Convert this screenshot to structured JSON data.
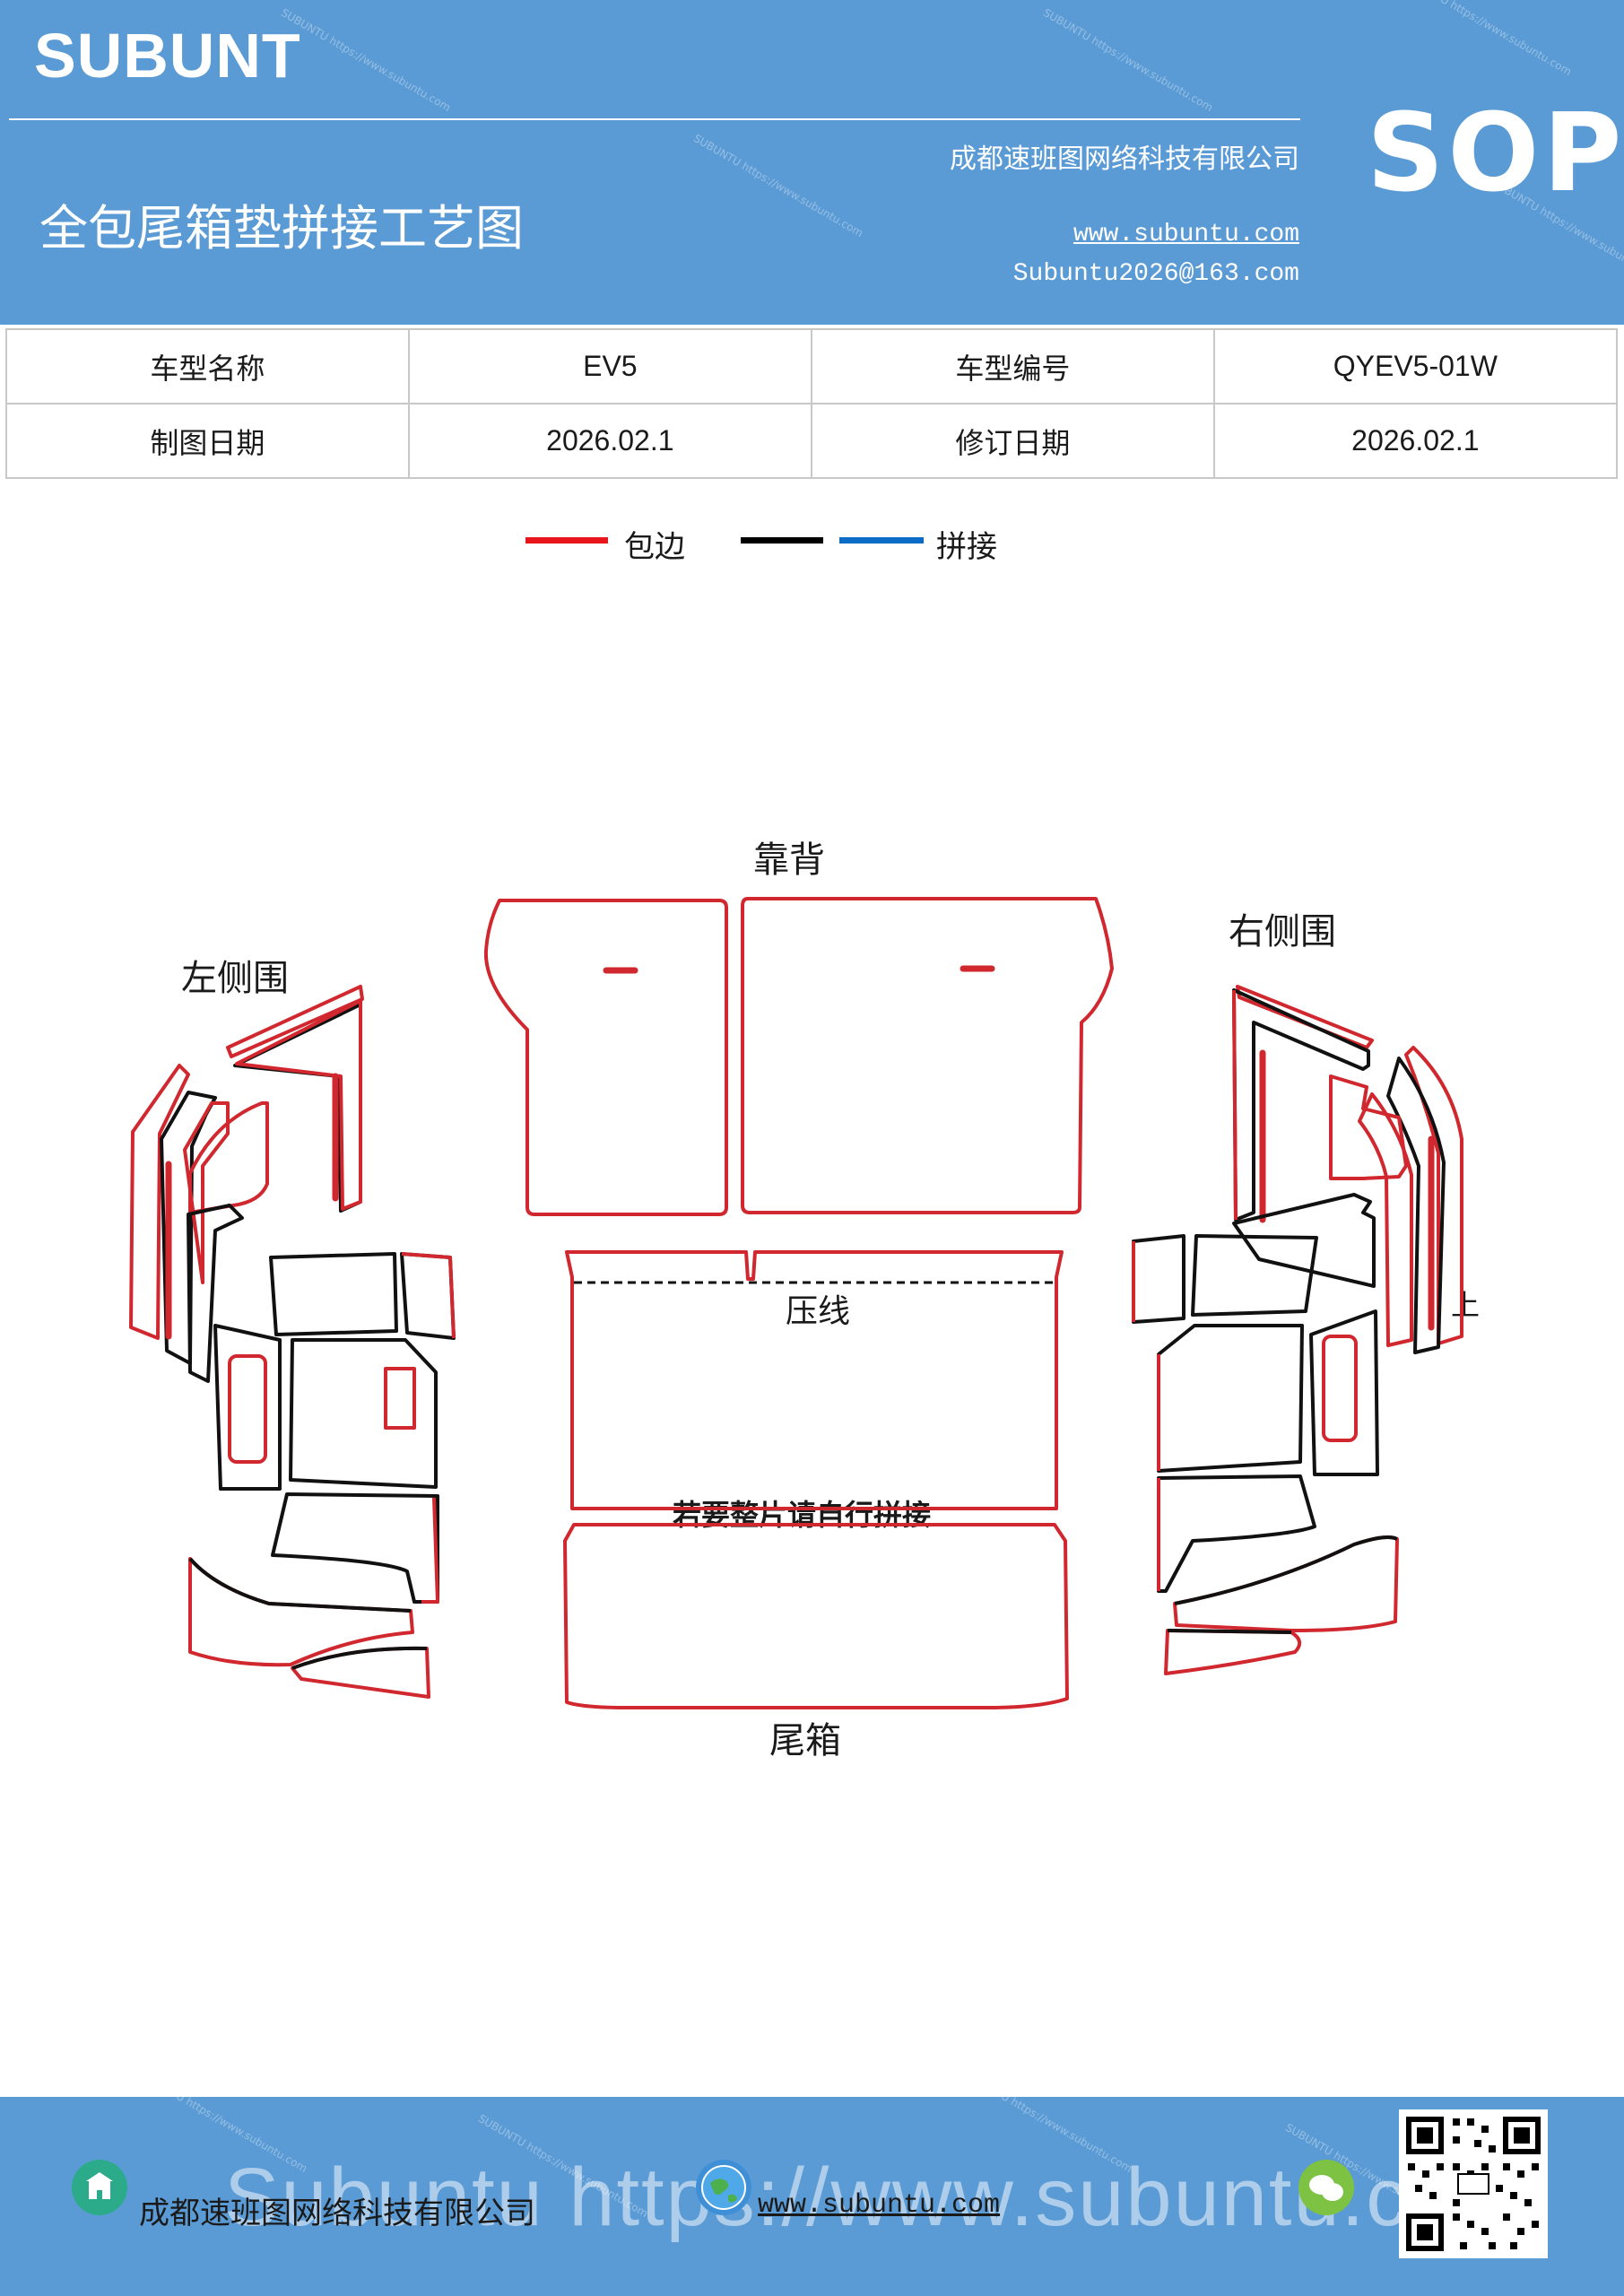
{
  "header": {
    "brand": "SUBUNT",
    "title": "全包尾箱垫拼接工艺图",
    "company": "成都速班图网络科技有限公司",
    "website": "www.subuntu.com",
    "email": "Subuntu2026@163.com",
    "badge": "SOP"
  },
  "info_table": {
    "rows": [
      {
        "label1": "车型名称",
        "value1": "EV5",
        "label2": "车型编号",
        "value2": "QYEV5-01W"
      },
      {
        "label1": "制图日期",
        "value1": "2026.02.1",
        "label2": "修订日期",
        "value2": "2026.02.1"
      }
    ]
  },
  "legend": {
    "items": [
      {
        "color": "#e8161b",
        "label": "包边"
      },
      {
        "color": "#000000",
        "label": ""
      },
      {
        "color": "#0a6cc4",
        "label": "拼接"
      }
    ]
  },
  "diagram": {
    "label_back": "靠背",
    "label_left": "左侧围",
    "label_right": "右侧围",
    "label_press": "压线",
    "label_note": "若要整片请自行拼接",
    "label_trunk": "尾箱",
    "label_up": "上"
  },
  "colors": {
    "header_bg": "#5b9bd5",
    "edge_red": "#d0282e",
    "seam_black": "#111111"
  },
  "footer": {
    "company": "成都速班图网络科技有限公司",
    "website": "www.subuntu.com",
    "watermark": "Subuntu https://www.subuntu.com",
    "icons": [
      "building-icon",
      "globe-icon",
      "chat-icon"
    ]
  }
}
